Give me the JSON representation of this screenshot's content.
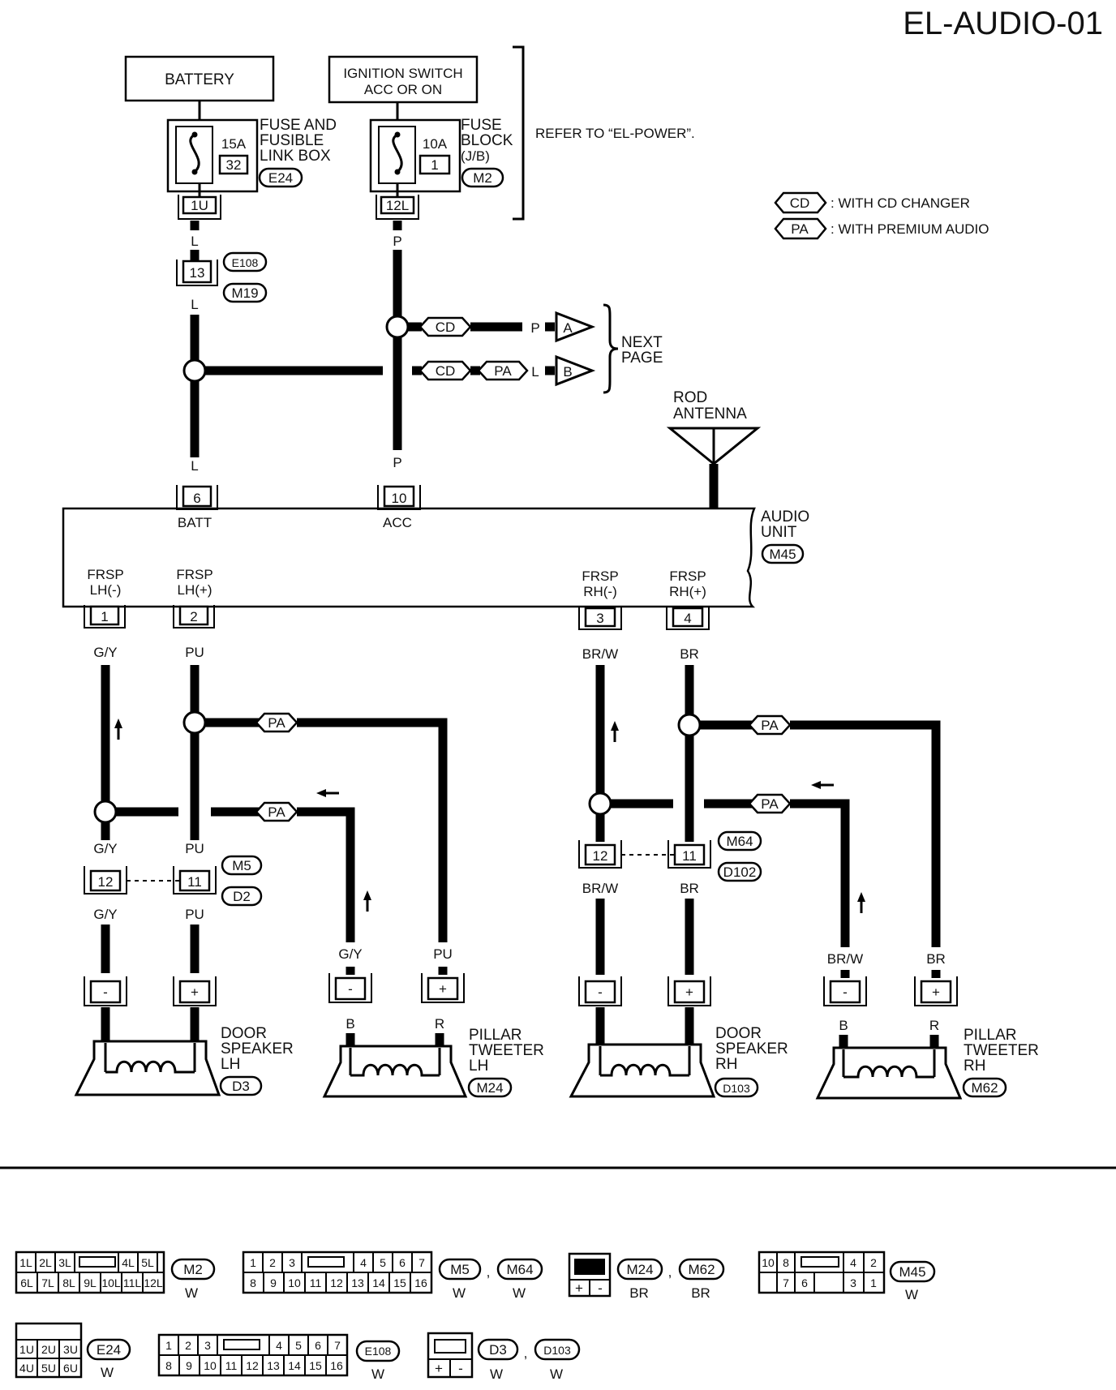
{
  "title": "EL-AUDIO-01",
  "sources": {
    "battery": "BATTERY",
    "ignition_line1": "IGNITION SWITCH",
    "ignition_line2": "ACC OR ON",
    "fuse_link_box": {
      "amp": "15A",
      "number": "32",
      "name_lines": [
        "FUSE AND",
        "FUSIBLE",
        "LINK BOX"
      ],
      "connector": "E24",
      "terminal": "1U",
      "wire": "L"
    },
    "fuse_block": {
      "amp": "10A",
      "number": "1",
      "name_lines": [
        "FUSE",
        "BLOCK",
        "(J/B)"
      ],
      "connector": "M2",
      "terminal": "12L",
      "wire": "P"
    },
    "refer_note": "REFER TO “EL-POWER”."
  },
  "legend": {
    "cd_tag": "CD",
    "cd_text": ": WITH CD CHANGER",
    "pa_tag": "PA",
    "pa_text": ": WITH PREMIUM AUDIO"
  },
  "junction": {
    "terminal": "13",
    "conn1": "E108",
    "conn2": "M19",
    "wire_below": "L"
  },
  "next_page": {
    "line1": "NEXT",
    "line2": "PAGE",
    "a": {
      "tag": "CD",
      "wire": "P",
      "label": "A"
    },
    "b": {
      "tag1": "CD",
      "tag2": "PA",
      "wire": "L",
      "label": "B"
    }
  },
  "antenna": {
    "line1": "ROD",
    "line2": "ANTENNA"
  },
  "audio_unit": {
    "line1": "AUDIO",
    "line2": "UNIT",
    "connector": "M45",
    "batt": {
      "terminal": "6",
      "label": "BATT",
      "wire": "L"
    },
    "acc": {
      "terminal": "10",
      "label": "ACC",
      "wire": "P"
    },
    "outputs": [
      {
        "line1": "FRSP",
        "line2": "LH(-)",
        "terminal": "1",
        "wire": "G/Y"
      },
      {
        "line1": "FRSP",
        "line2": "LH(+)",
        "terminal": "2",
        "wire": "PU"
      },
      {
        "line1": "FRSP",
        "line2": "RH(-)",
        "terminal": "3",
        "wire": "BR/W"
      },
      {
        "line1": "FRSP",
        "line2": "RH(+)",
        "terminal": "4",
        "wire": "BR"
      }
    ]
  },
  "pa_tag": "PA",
  "left_joint": {
    "t1": "12",
    "t2": "11",
    "conn1": "M5",
    "conn2": "D2",
    "w1_top": "G/Y",
    "w2_top": "PU",
    "w1_bot": "G/Y",
    "w2_bot": "PU"
  },
  "right_joint": {
    "t1": "12",
    "t2": "11",
    "conn1": "M64",
    "conn2": "D102",
    "w1_bot": "BR/W",
    "w2_bot": "BR"
  },
  "speakers": [
    {
      "lines": [
        "DOOR",
        "SPEAKER",
        "LH"
      ],
      "connector": "D3",
      "minus_wire": "",
      "plus_wire": "",
      "spk_minus": "",
      "spk_plus": ""
    },
    {
      "lines": [
        "PILLAR",
        "TWEETER",
        "LH"
      ],
      "connector": "M24",
      "minus_wire": "G/Y",
      "plus_wire": "PU",
      "spk_minus": "B",
      "spk_plus": "R"
    },
    {
      "lines": [
        "DOOR",
        "SPEAKER",
        "RH"
      ],
      "connector": "D103",
      "minus_wire": "",
      "plus_wire": "",
      "spk_minus": "",
      "spk_plus": ""
    },
    {
      "lines": [
        "PILLAR",
        "TWEETER",
        "RH"
      ],
      "connector": "M62",
      "minus_wire": "BR/W",
      "plus_wire": "BR",
      "spk_minus": "B",
      "spk_plus": "R"
    }
  ],
  "sign_minus": "-",
  "sign_plus": "+",
  "connector_views": {
    "m2": {
      "row1": [
        "1L",
        "2L",
        "3L",
        "4L",
        "5L"
      ],
      "row2": [
        "6L",
        "7L",
        "8L",
        "9L",
        "10L",
        "11L",
        "12L"
      ],
      "tag": "M2",
      "color": "W"
    },
    "m5": {
      "row1": [
        "1",
        "2",
        "3",
        "4",
        "5",
        "6",
        "7"
      ],
      "row2": [
        "8",
        "9",
        "10",
        "11",
        "12",
        "13",
        "14",
        "15",
        "16"
      ],
      "tag1": "M5",
      "tag2": "M64",
      "sep": ",",
      "color1": "W",
      "color2": "W"
    },
    "m24": {
      "cells": [
        "+",
        "-"
      ],
      "tag1": "M24",
      "tag2": "M62",
      "sep": ",",
      "color1": "BR",
      "color2": "BR"
    },
    "m45": {
      "row1": [
        "10",
        "8",
        "4",
        "2"
      ],
      "row2": [
        "7",
        "6",
        "3",
        "1"
      ],
      "tag": "M45",
      "color": "W"
    },
    "e24": {
      "row1": [
        "1U",
        "2U",
        "3U"
      ],
      "row2": [
        "4U",
        "5U",
        "6U"
      ],
      "tag": "E24",
      "color": "W"
    },
    "e108": {
      "row1": [
        "1",
        "2",
        "3",
        "4",
        "5",
        "6",
        "7"
      ],
      "row2": [
        "8",
        "9",
        "10",
        "11",
        "12",
        "13",
        "14",
        "15",
        "16"
      ],
      "tag": "E108",
      "color": "W"
    },
    "d3": {
      "cells": [
        "+",
        "-"
      ],
      "tag1": "D3",
      "tag2": "D103",
      "sep": ",",
      "color1": "W",
      "color2": "W"
    }
  }
}
